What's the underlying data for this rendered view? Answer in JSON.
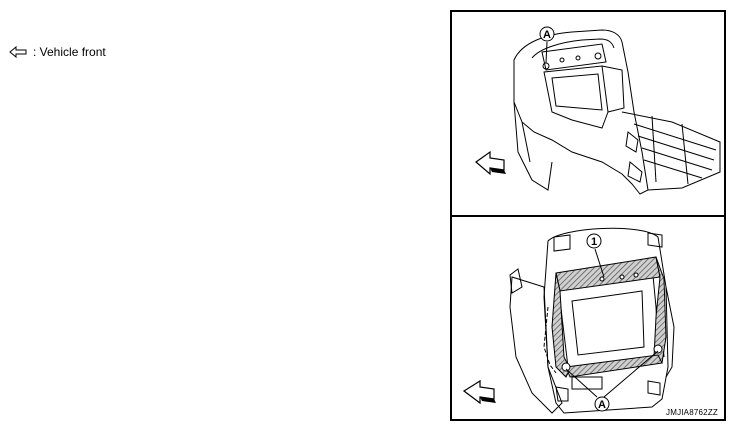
{
  "legend": {
    "arrow_icon": "outline-arrow-left-icon",
    "text": ": Vehicle front"
  },
  "figure": {
    "top_callout": "A",
    "bottom_callout_part": "1",
    "bottom_callout_clip": "A",
    "image_code": "JMJIA8762ZZ",
    "colors": {
      "line": "#000000",
      "hatch": "#555555",
      "panel_bg": "#ffffff"
    }
  }
}
